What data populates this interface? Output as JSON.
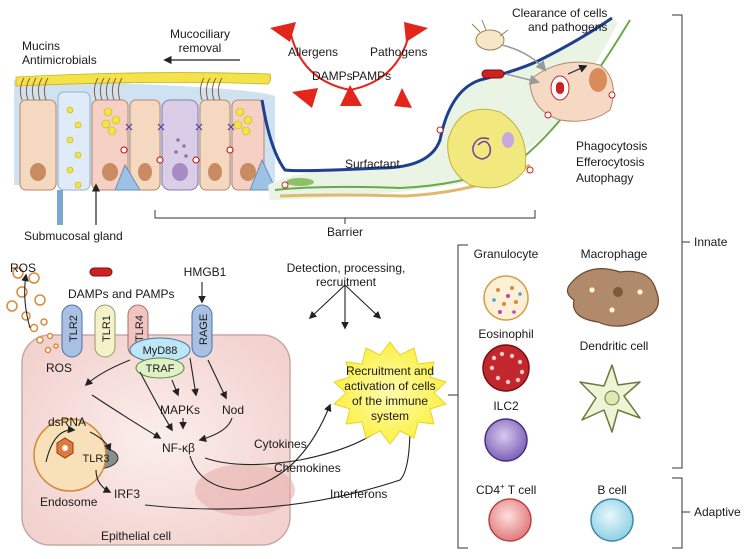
{
  "airway": {
    "mucins": "Mucins",
    "antimicrobials": "Antimicrobials",
    "mucociliary_1": "Mucociliary",
    "mucociliary_2": "removal",
    "submucosal_gland": "Submucosal gland",
    "surfactant": "Surfactant",
    "barrier": "Barrier",
    "clearance_1": "Clearance of cells",
    "clearance_2": "and pathogens",
    "phagocytosis": "Phagocytosis",
    "efferocytosis": "Efferocytosis",
    "autophagy": "Autophagy"
  },
  "triggers": {
    "allergens": "Allergens",
    "pathogens": "Pathogens",
    "damps": "DAMPs",
    "pamps": "PAMPs"
  },
  "epithelial": {
    "ros_top": "ROS",
    "damps_pamps": "DAMPs and PAMPs",
    "hmgb1": "HMGB1",
    "tlr2": "TLR2",
    "tlr1": "TLR1",
    "tlr4": "TLR4",
    "rage": "RAGE",
    "myd88": "MyD88",
    "traf": "TRAF",
    "ros_inner": "ROS",
    "mapks": "MAPKs",
    "nod": "Nod",
    "nfkb": "NF-κβ",
    "dsrna": "dsRNA",
    "tlr3": "TLR3",
    "endosome": "Endosome",
    "irf3": "IRF3",
    "cell_label": "Epithelial cell"
  },
  "signals": {
    "detection_1": "Detection, processing,",
    "detection_2": "recruitment",
    "cytokines": "Cytokines",
    "chemokines": "Chemokines",
    "interferons": "Interferons",
    "burst_1": "Recruitment and",
    "burst_2": "activation of cells",
    "burst_3": "of the immune",
    "burst_4": "system"
  },
  "immune": {
    "granulocyte": "Granulocyte",
    "macrophage": "Macrophage",
    "eosinophil": "Eosinophil",
    "dendritic": "Dendritic cell",
    "ilc2": "ILC2",
    "cd4_main": "CD4",
    "cd4_sup": "+",
    "cd4_tail": " T cell",
    "bcell": "B cell",
    "innate": "Innate",
    "adaptive": "Adaptive"
  },
  "colors": {
    "mucus": "#f3e24a",
    "lumen": "#c9def0",
    "cell": "#f4d8c0",
    "membrane": "#1f3f8f",
    "trigger_arrow": "#e2261b",
    "epithelial_cell": "#f8e3e0",
    "burst": "#fdf55a"
  }
}
